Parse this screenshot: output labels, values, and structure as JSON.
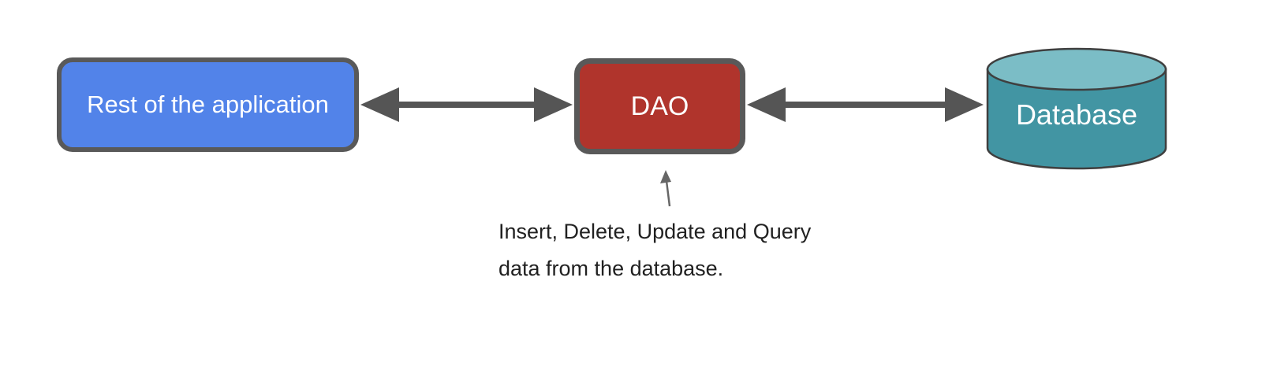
{
  "diagram": {
    "nodes": [
      {
        "id": "app",
        "label": "Rest of the application",
        "shape": "rounded-rect",
        "fill": "#5283E9",
        "border": "#595959",
        "text_color": "#FFFFFF"
      },
      {
        "id": "dao",
        "label": "DAO",
        "shape": "rounded-rect",
        "fill": "#B0342C",
        "border": "#595959",
        "text_color": "#FFFFFF"
      },
      {
        "id": "database",
        "label": "Database",
        "shape": "cylinder",
        "fill": "#4295A3",
        "top_fill": "#7BBDC6",
        "border": "#3F3F3F",
        "text_color": "#FFFFFF"
      }
    ],
    "connectors": [
      {
        "from": "app",
        "to": "dao",
        "style": "double-headed-arrow",
        "color": "#555555"
      },
      {
        "from": "dao",
        "to": "database",
        "style": "double-headed-arrow",
        "color": "#555555"
      }
    ],
    "annotation": {
      "points_to": "dao",
      "arrow_color": "#666666",
      "text_color": "#212121",
      "line1": "Insert, Delete, Update and Query",
      "line2": "data from the database."
    }
  }
}
